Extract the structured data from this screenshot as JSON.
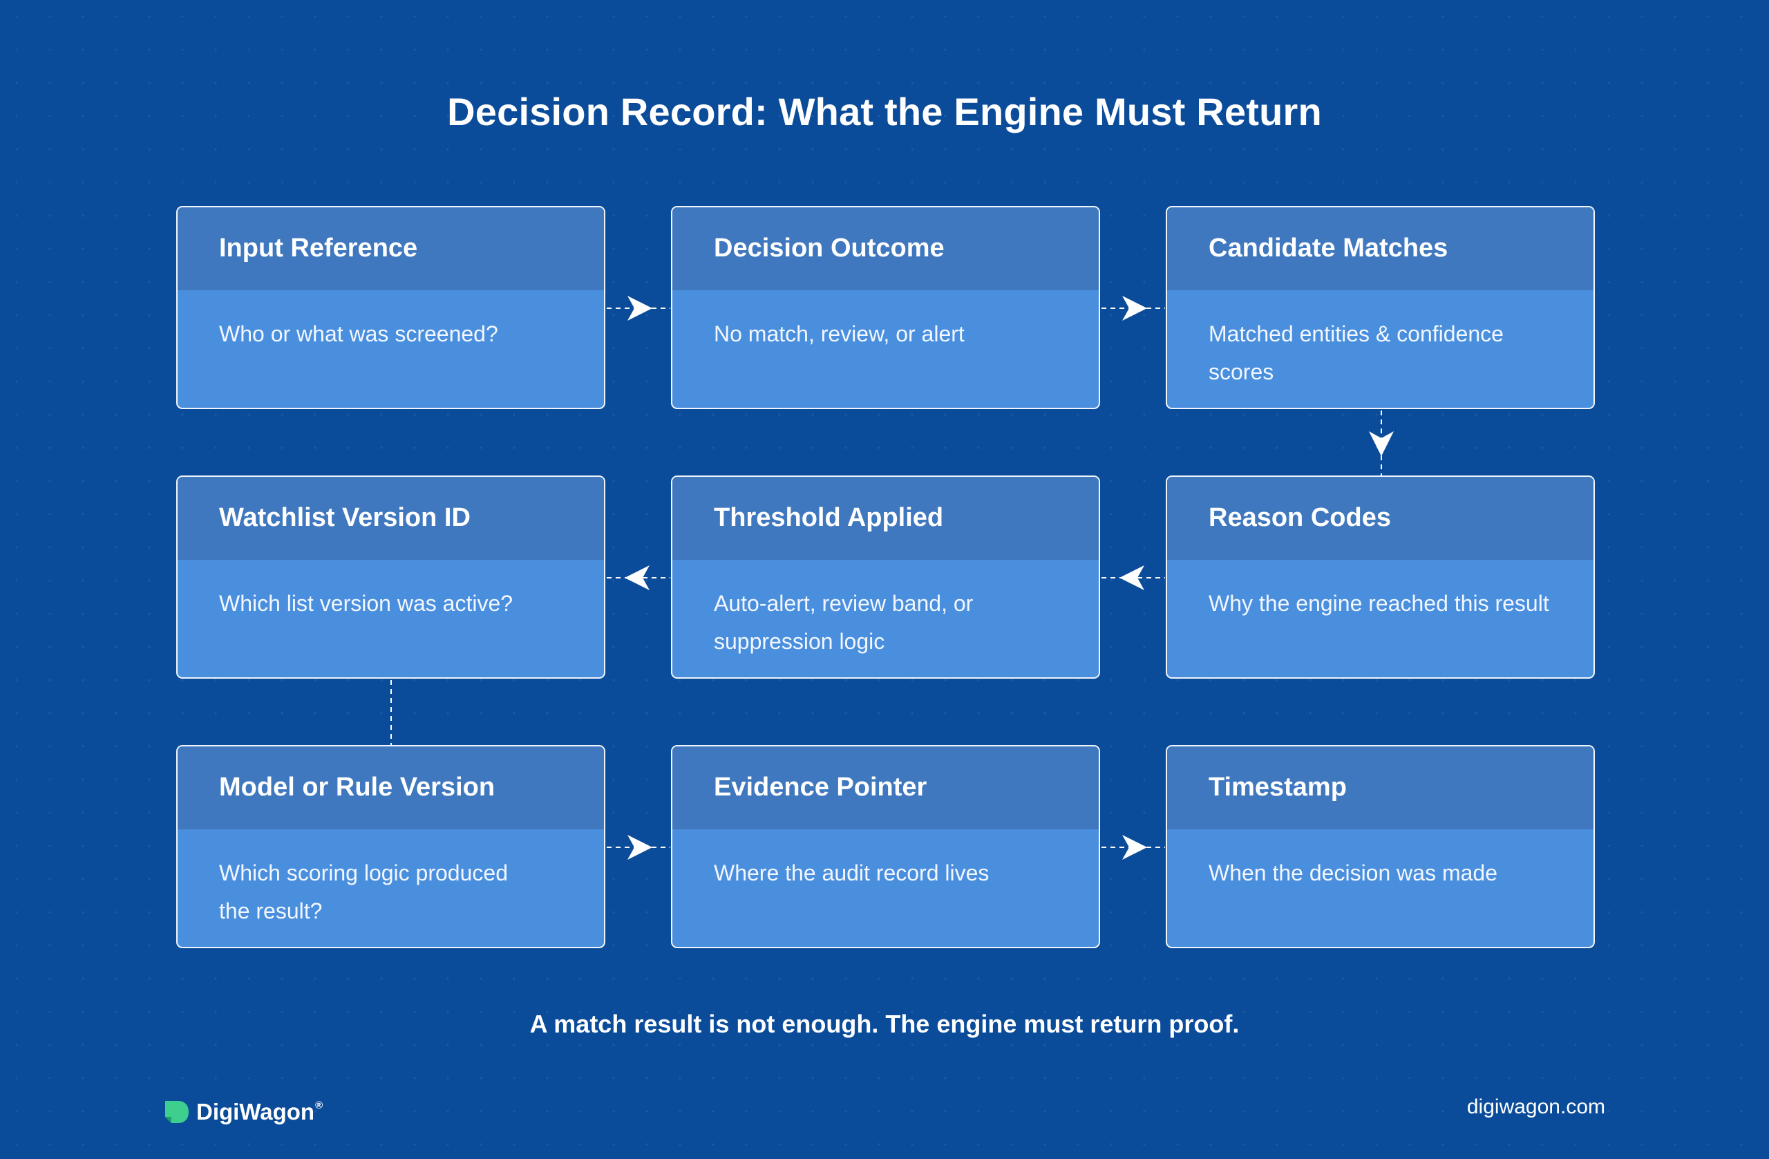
{
  "title": "Decision Record: What the Engine Must Return",
  "cards": [
    {
      "title": "Input Reference",
      "desc": "Who or what was screened?"
    },
    {
      "title": "Decision Outcome",
      "desc": "No match, review, or alert"
    },
    {
      "title": "Candidate Matches",
      "desc": "Matched entities & confidence scores"
    },
    {
      "title": "Reason Codes",
      "desc": "Why the engine reached this result"
    },
    {
      "title": "Threshold Applied",
      "desc": "Auto-alert, review band, or suppression logic"
    },
    {
      "title": "Watchlist Version ID",
      "desc": "Which list version was active?"
    },
    {
      "title": "Model or Rule Version",
      "desc": "Which scoring logic produced the result?"
    },
    {
      "title": "Evidence Pointer",
      "desc": "Where the audit record lives"
    },
    {
      "title": "Timestamp",
      "desc": "When the decision was made"
    }
  ],
  "flow": [
    {
      "from": "Input Reference",
      "to": "Decision Outcome",
      "direction": "right"
    },
    {
      "from": "Decision Outcome",
      "to": "Candidate Matches",
      "direction": "right"
    },
    {
      "from": "Candidate Matches",
      "to": "Reason Codes",
      "direction": "down"
    },
    {
      "from": "Reason Codes",
      "to": "Threshold Applied",
      "direction": "left"
    },
    {
      "from": "Threshold Applied",
      "to": "Watchlist Version ID",
      "direction": "left"
    },
    {
      "from": "Watchlist Version ID",
      "to": "Model or Rule Version",
      "direction": "none"
    },
    {
      "from": "Model or Rule Version",
      "to": "Evidence Pointer",
      "direction": "right"
    },
    {
      "from": "Evidence Pointer",
      "to": "Timestamp",
      "direction": "right"
    }
  ],
  "tagline": "A match result is not enough. The engine must return proof.",
  "brand": {
    "name": "DigiWagon",
    "registered": "®",
    "logo_icon": "leaf-logo-icon",
    "logo_color": "#3ecf8e"
  },
  "website": "digiwagon.com",
  "colors": {
    "background": "#0b4c9a",
    "card_header": "#3f78be",
    "card_body": "#4a8fde",
    "card_border": "#ffffff",
    "connector": "#ffffff"
  }
}
